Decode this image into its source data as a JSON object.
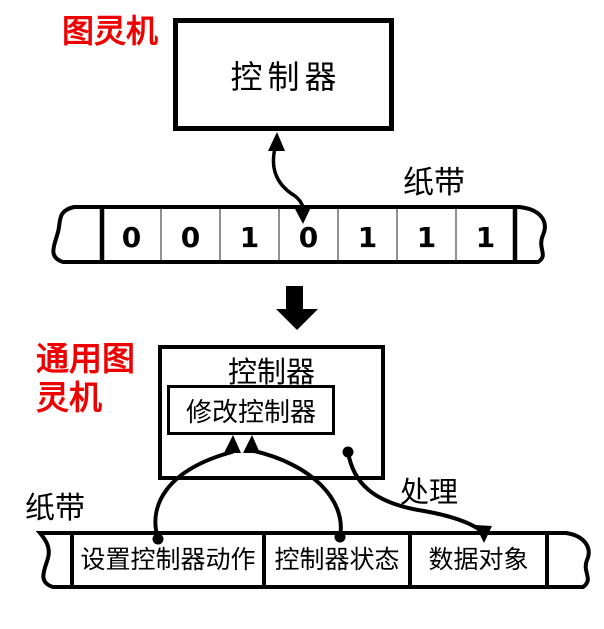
{
  "colors": {
    "accent_red": "#ee0000",
    "line_black": "#000000",
    "divider_gray": "#909090"
  },
  "turing_machine": {
    "label": "图灵机",
    "controller_label": "控制器",
    "tape_label": "纸带",
    "tape_cells": [
      "0",
      "0",
      "1",
      "0",
      "1",
      "1",
      "1"
    ]
  },
  "universal_turing_machine": {
    "label_line1": "通用图",
    "label_line2": "灵机",
    "controller_label": "控制器",
    "modify_controller_label": "修改控制器",
    "process_label": "处理",
    "tape_label": "纸带",
    "tape_cells": [
      "设置控制器动作",
      "控制器状态",
      "数据对象"
    ]
  }
}
